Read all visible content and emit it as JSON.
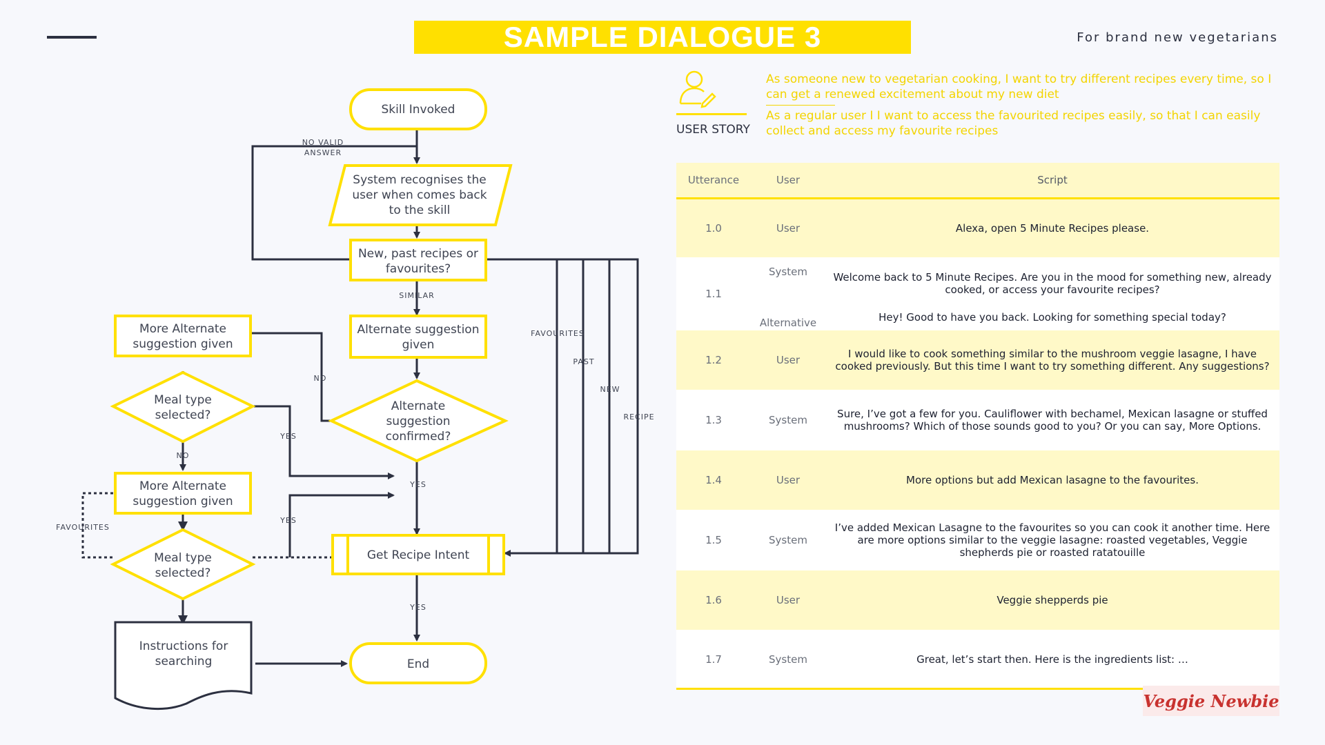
{
  "header": {
    "title": "SAMPLE DIALOGUE 3",
    "subtitle": "For brand new vegetarians"
  },
  "user_story": {
    "icon": "user-edit-icon",
    "label": "USER STORY",
    "story_1": "As someone new to vegetarian cooking, I want to try different recipes every time, so I can get a renewed excitement about my new diet",
    "story_2": "As a regular user I I want to access the favourited recipes easily, so that I can easily collect and access my favourite recipes"
  },
  "flowchart": {
    "skill_invoked": "Skill Invoked",
    "recognise_1": "System recognises the",
    "recognise_2": "user when comes back",
    "recognise_3": "to the skill",
    "choice_1": "New, past recipes or",
    "choice_2": "favourites?",
    "alt_given_1": "Alternate suggestion",
    "alt_given_2": "given",
    "alt_conf_1": "Alternate",
    "alt_conf_2": "suggestion",
    "alt_conf_3": "confirmed?",
    "more_alt_1a": "More Alternate",
    "more_alt_1b": "suggestion given",
    "meal_1a": "Meal type",
    "meal_1b": "selected?",
    "more_alt_2a": "More Alternate",
    "more_alt_2b": "suggestion given",
    "meal_2a": "Meal type",
    "meal_2b": "selected?",
    "get_recipe": "Get Recipe Intent",
    "instructions_1": "Instructions for",
    "instructions_2": "searching",
    "end": "End",
    "lbl_no_valid_1": "NO VALID",
    "lbl_no_valid_2": "ANSWER",
    "lbl_similar": "SIMILAR",
    "lbl_favourites": "FAVOURITES",
    "lbl_past": "PAST",
    "lbl_new": "NEW",
    "lbl_recipe": "RECIPE",
    "lbl_no_1": "NO",
    "lbl_yes_1": "YES",
    "lbl_no_2": "NO",
    "lbl_yes_2": "YES",
    "lbl_yes_3": "YES",
    "lbl_favourites_2": "FAVOURITES",
    "lbl_yes_4": "YES",
    "colors": {
      "accent": "#ffe000",
      "line": "#2c3040"
    }
  },
  "table": {
    "headers": [
      "Utterance",
      "User",
      "Script"
    ],
    "rows": [
      {
        "utterance": "1.0",
        "user": "User",
        "script": "Alexa, open 5 Minute Recipes please."
      },
      {
        "utterance": "1.1",
        "user": "System",
        "user_alt": "Alternative",
        "script": "Welcome back to 5 Minute Recipes. Are you in the mood for something new, already cooked, or access your favourite recipes?",
        "script_alt": "Hey! Good to have you back. Looking for something special today?"
      },
      {
        "utterance": "1.2",
        "user": "User",
        "script": "I would like to cook something similar to the mushroom veggie lasagne, I have cooked previously. But this time I want to try something different. Any suggestions?"
      },
      {
        "utterance": "1.3",
        "user": "System",
        "script": "Sure, I’ve got a few for you. Cauliflower with bechamel, Mexican lasagne or stuffed mushrooms? Which of those sounds good to you? Or you can say, More Options."
      },
      {
        "utterance": "1.4",
        "user": "User",
        "script": "More options but add Mexican lasagne to the favourites."
      },
      {
        "utterance": "1.5",
        "user": "System",
        "script": "I’ve added Mexican Lasagne to the favourites so you can cook it another time. Here are more options similar to the veggie lasagne: roasted vegetables, Veggie shepherds pie or roasted ratatouille"
      },
      {
        "utterance": "1.6",
        "user": "User",
        "script": "Veggie shepperds pie"
      },
      {
        "utterance": "1.7",
        "user": "System",
        "script": "Great, let’s start then. Here is the ingredients list: …"
      }
    ]
  },
  "logo": {
    "text": "Veggie Newbie"
  }
}
